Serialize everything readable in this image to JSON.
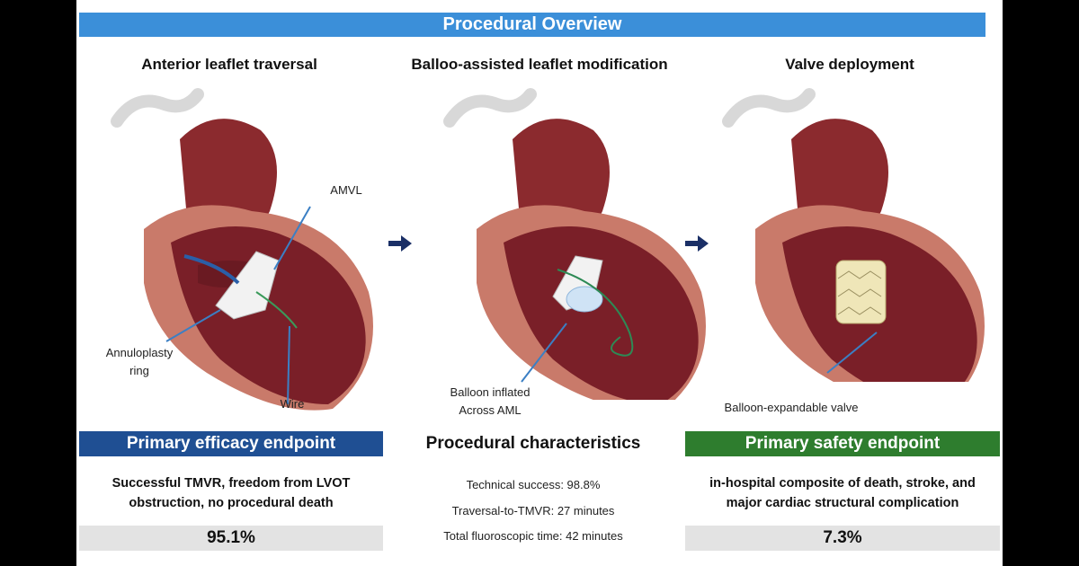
{
  "banner": "Procedural Overview",
  "panels": [
    {
      "title": "Anterior leaflet traversal"
    },
    {
      "title": "Balloo-assisted leaflet modification"
    },
    {
      "title": "Valve deployment"
    }
  ],
  "labels": {
    "amvl": "AMVL",
    "annuloplasty_1": "Annuloplasty",
    "annuloplasty_2": "ring",
    "wire": "Wire",
    "balloon_1": "Balloon inflated",
    "balloon_2": "Across AML",
    "valve": "Balloon-expandable valve"
  },
  "efficacy": {
    "heading": "Primary efficacy endpoint",
    "desc_1": "Successful TMVR, freedom from LVOT",
    "desc_2": "obstruction, no procedural death",
    "value": "95.1%",
    "color": "#1f4f93"
  },
  "procedural": {
    "heading": "Procedural characteristics",
    "items": [
      "Technical success: 98.8%",
      "Traversal-to-TMVR: 27 minutes",
      "Total fluoroscopic time: 42 minutes"
    ]
  },
  "safety": {
    "heading": "Primary safety endpoint",
    "desc_1": "in-hospital composite of death, stroke, and",
    "desc_2": "major cardiac structural complication",
    "value": "7.3%",
    "color": "#2e7d2e"
  },
  "colors": {
    "banner": "#3b8fd9",
    "arrow": "#1a2f66",
    "pointer": "#3b7fc4"
  }
}
